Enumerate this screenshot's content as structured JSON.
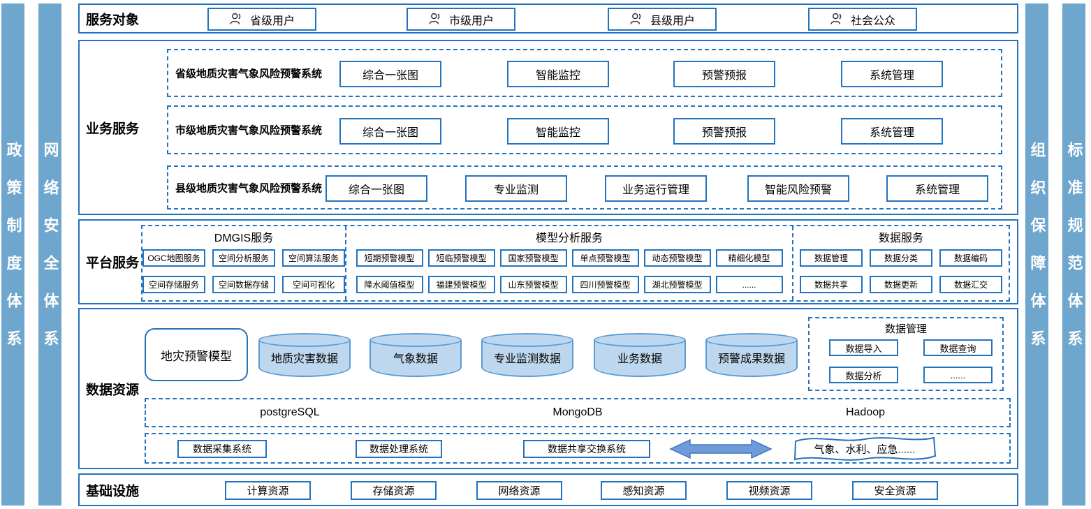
{
  "colors": {
    "accent_border": "#2473BE",
    "sidebar_fill": "#6FA6CD",
    "cylinder_fill": "#BDD7EE",
    "cylinder_border": "#5B9BD5",
    "arrow_fill": "#6E9CD9"
  },
  "pillars": {
    "left": [
      "政策制度体系",
      "网络安全体系"
    ],
    "right": [
      "组织保障体系",
      "标准规范体系"
    ]
  },
  "service_targets": {
    "label": "服务对象",
    "items": [
      {
        "label": "省级用户"
      },
      {
        "label": "市级用户"
      },
      {
        "label": "县级用户"
      },
      {
        "label": "社会公众"
      }
    ]
  },
  "business": {
    "label": "业务服务",
    "systems": [
      {
        "title": "省级地质灾害气象风险预警系统",
        "modules": [
          "综合一张图",
          "智能监控",
          "预警预报",
          "系统管理"
        ]
      },
      {
        "title": "市级地质灾害气象风险预警系统",
        "modules": [
          "综合一张图",
          "智能监控",
          "预警预报",
          "系统管理"
        ]
      },
      {
        "title": "县级地质灾害气象风险预警系统",
        "modules": [
          "综合一张图",
          "专业监测",
          "业务运行管理",
          "智能风险预警",
          "系统管理"
        ]
      }
    ]
  },
  "platform": {
    "label": "平台服务",
    "groups": [
      {
        "title": "DMGIS服务",
        "rows": [
          [
            "OGC地图服务",
            "空间分析服务",
            "空间算法服务"
          ],
          [
            "空间存储服务",
            "空间数据存储",
            "空间可视化"
          ]
        ]
      },
      {
        "title": "模型分析服务",
        "rows": [
          [
            "短期预警模型",
            "短临预警模型",
            "国家预警模型",
            "单点预警模型",
            "动态预警模型",
            "精细化模型"
          ],
          [
            "降水阈值模型",
            "福建预警模型",
            "山东预警模型",
            "四川预警模型",
            "湖北预警模型",
            "......"
          ]
        ]
      },
      {
        "title": "数据服务",
        "rows": [
          [
            "数据管理",
            "数据分类",
            "数据编码"
          ],
          [
            "数据共享",
            "数据更新",
            "数据汇交"
          ]
        ]
      }
    ]
  },
  "data_resources": {
    "label": "数据资源",
    "model_node": "地灾预警模型",
    "databases": [
      "地质灾害数据",
      "气象数据",
      "专业监测数据",
      "业务数据",
      "预警成果数据"
    ],
    "data_management": {
      "title": "数据管理",
      "items": [
        "数据导入",
        "数据查询",
        "数据分析",
        "......"
      ]
    },
    "storage_engines": [
      "postgreSQL",
      "MongoDB",
      "Hadoop"
    ],
    "systems": [
      "数据采集系统",
      "数据处理系统",
      "数据共享交换系统"
    ],
    "external_sources": "气象、水利、应急......"
  },
  "infrastructure": {
    "label": "基础设施",
    "items": [
      "计算资源",
      "存储资源",
      "网络资源",
      "感知资源",
      "视频资源",
      "安全资源"
    ]
  }
}
